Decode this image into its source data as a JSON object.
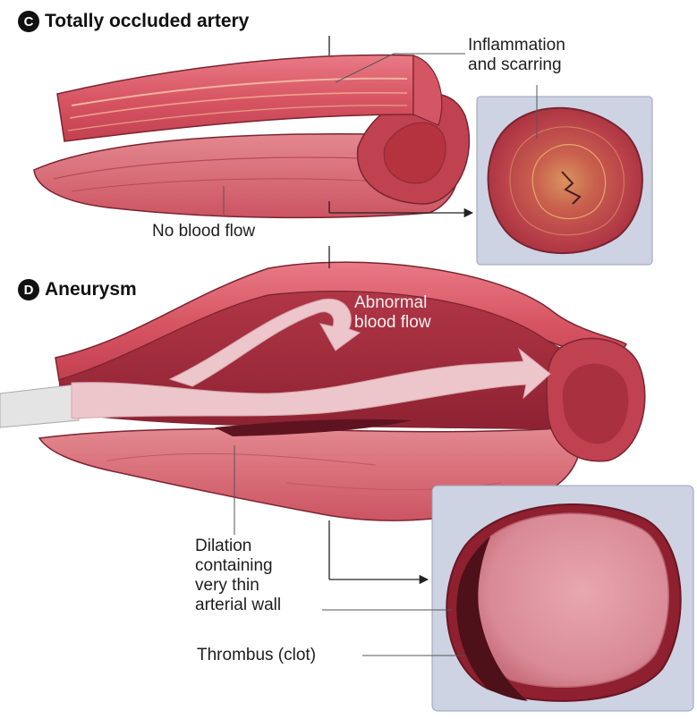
{
  "panels": [
    {
      "letter": "C",
      "title": "Totally occluded artery"
    },
    {
      "letter": "D",
      "title": "Aneurysm"
    }
  ],
  "labels": {
    "inflammation": [
      "Inflammation",
      "and scarring"
    ],
    "no_flow": "No blood flow",
    "abnormal_flow": [
      "Abnormal",
      "blood flow"
    ],
    "dilation": [
      "Dilation",
      "containing",
      "very thin",
      "arterial wall"
    ],
    "thrombus": "Thrombus (clot)"
  },
  "colors": {
    "artery_wall": "#c94a58",
    "artery_inner": "#e07a84",
    "lumen_dark": "#9b2a38",
    "blood_flow_arrow": "#ecc6ca",
    "inset_bg": "#cdd3e3"
  }
}
